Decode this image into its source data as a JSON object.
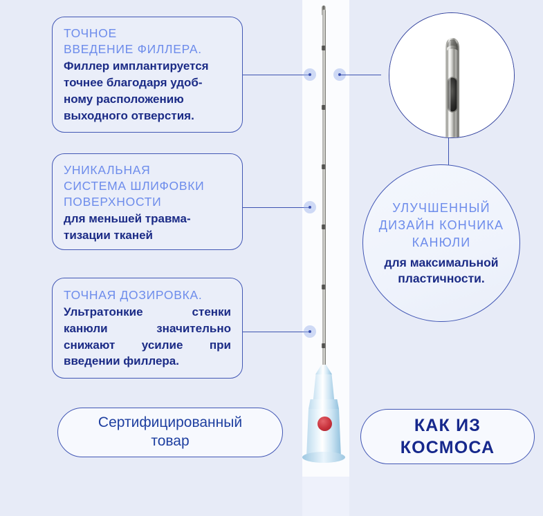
{
  "colors": {
    "background": "#e7ebf7",
    "border": "#4156b4",
    "heading_text": "#6d8ceb",
    "body_text": "#1b2b86",
    "pill_text": "#1e3fa0",
    "accent_red": "#c8323c"
  },
  "boxes": [
    {
      "title": "ТОЧНОЕ\nВВЕДЕНИЕ ФИЛЛЕРА.",
      "body": "Филлер имплантируется\nточнее благодаря удоб-\nному расположению\nвыходного отверстия."
    },
    {
      "title": "УНИКАЛЬНАЯ\nСИСТЕМА ШЛИФОВКИ\nПОВЕРХНОСТИ",
      "body": "для меньшей травма-\nтизации тканей"
    },
    {
      "title": "ТОЧНАЯ ДОЗИРОВКА.",
      "body": "Ультратонкие стенки канюли значительно снижают усилие при введении филлера."
    }
  ],
  "circle_panel": {
    "title": "УЛУЧШЕННЫЙ\nДИЗАЙН КОНЧИКА\nКАНЮЛИ",
    "body": "для максимальной\nпластичности."
  },
  "badges": {
    "left": "Сертифицированный\nтовар",
    "right": "КАК ИЗ\nКОСМОСА"
  },
  "product": {
    "name": "needle-cannula",
    "tip_photo_caption": "cannula-tip-macro-photo"
  }
}
